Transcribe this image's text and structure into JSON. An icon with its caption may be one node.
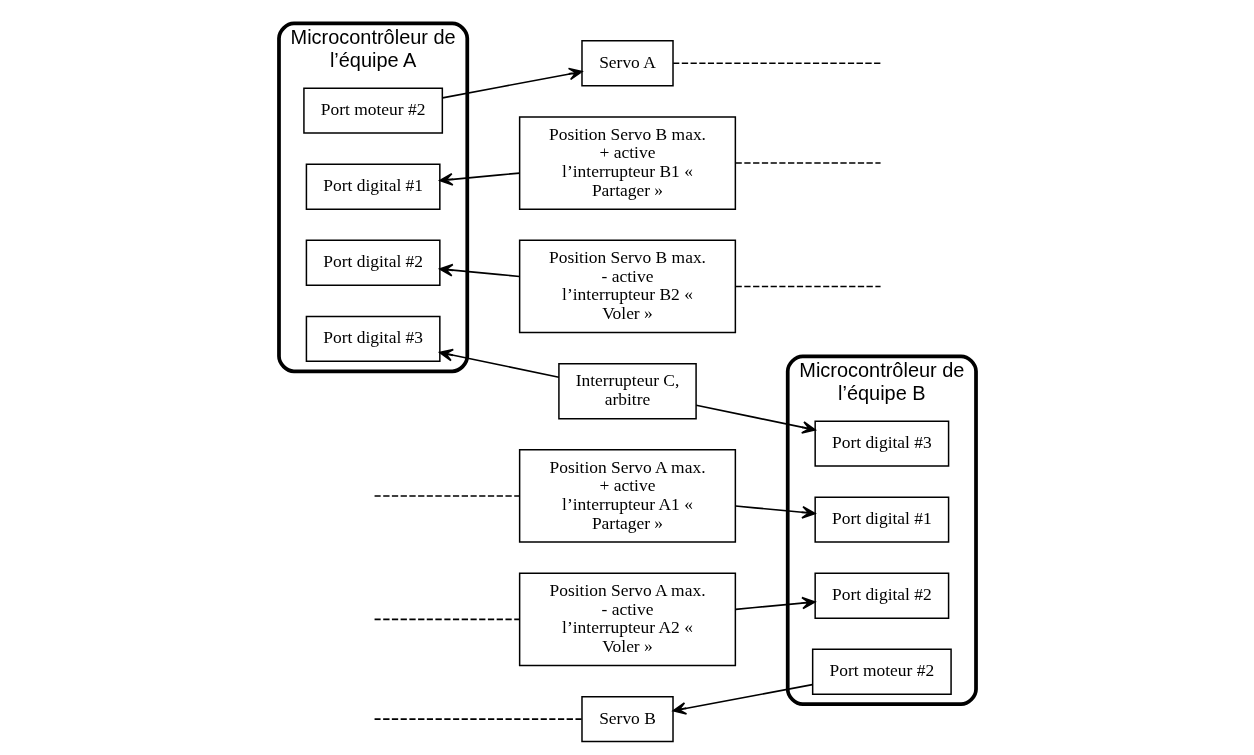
{
  "diagram": {
    "nodes": [
      {
        "text": [
          "Microcontrôleur de l’équipe A"
        ]
      },
      {
        "text": [
          "Port moteur #2"
        ],
        "in": 0
      },
      {
        "text": [
          "Port digital #1"
        ],
        "in": 0
      },
      {
        "text": [
          "Port digital #2"
        ],
        "in": 0
      },
      {
        "text": [
          "Port digital #3"
        ],
        "in": 0
      },
      {
        "text": [
          "Microcontrôleur de l’équipe B"
        ]
      },
      {
        "text": [
          "Port digital #1"
        ],
        "in": 5
      },
      {
        "text": [
          "Port digital #2"
        ],
        "in": 5
      },
      {
        "text": [
          "Port moteur #2"
        ],
        "in": 5
      },
      {
        "text": [
          "Port digital #3"
        ],
        "in": 5
      },
      {
        "text": [
          "Servo A"
        ]
      },
      {
        "text": [
          "Position Servo A max. + active l’interrupteur A1 « Partager »"
        ]
      },
      {
        "text": [
          "Position Servo A max. - active l’interrupteur A2 « Voler »"
        ]
      },
      {
        "text": [
          "Position Servo B max. + active l’interrupteur B1 « Partager »"
        ]
      },
      {
        "text": [
          "Position Servo B max. - active l’interrupteur B2 « Voler »"
        ]
      },
      {
        "text": [
          "Servo B"
        ]
      },
      {
        "text": [
          "Interrupteur C, arbitre"
        ]
      }
    ],
    "edges": [
      {
        "from": 1,
        "to": 10,
        "arrow": "to"
      },
      {
        "from": 10,
        "to": null,
        "arrow": "none",
        "style": "dashed"
      },
      {
        "from": 11,
        "to": null,
        "arrow": "none",
        "style": "dashed"
      },
      {
        "from": 12,
        "to": null,
        "arrow": "none",
        "style": "dashed"
      },
      {
        "from": 11,
        "to": 6,
        "arrow": "to"
      },
      {
        "from": 12,
        "to": 7,
        "arrow": "to"
      },
      {
        "from": 8,
        "to": 15,
        "arrow": "to"
      },
      {
        "from": 15,
        "to": null,
        "arrow": "none",
        "style": "dashed"
      },
      {
        "from": 13,
        "to": null,
        "arrow": "none",
        "style": "dashed"
      },
      {
        "from": 14,
        "to": null,
        "arrow": "none",
        "style": "dashed"
      },
      {
        "from": 13,
        "to": 2,
        "arrow": "to"
      },
      {
        "from": 14,
        "to": 3,
        "arrow": "to"
      },
      {
        "from": 16,
        "to": 4,
        "arrow": "to"
      },
      {
        "from": 16,
        "to": 9,
        "arrow": "to"
      }
    ]
  }
}
